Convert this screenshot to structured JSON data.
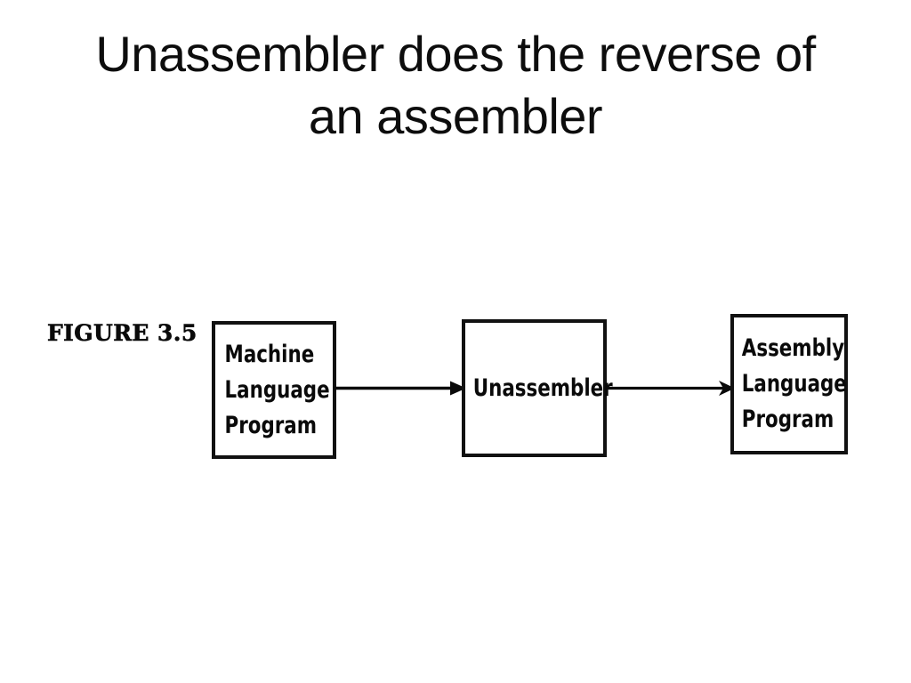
{
  "slide": {
    "title": "Unassembler does the reverse of\nan assembler"
  },
  "figure": {
    "label": "FIGURE 3.5",
    "nodes": [
      {
        "id": "machine-language-program",
        "text": "Machine\nLanguage\nProgram"
      },
      {
        "id": "unassembler",
        "text": "Unassembler"
      },
      {
        "id": "assembly-language-program",
        "text": "Assembly\nLanguage\nProgram"
      }
    ],
    "arrows": [
      {
        "id": "arrow-machine-to-unassembler",
        "from": "machine-language-program",
        "to": "unassembler",
        "label": ""
      },
      {
        "id": "arrow-unassembler-to-assembly",
        "from": "unassembler",
        "to": "assembly-language-program",
        "label": ""
      }
    ],
    "colors": {
      "background": "#ffffff",
      "ink": "#0a0a0a",
      "box_border": "#111111"
    }
  }
}
